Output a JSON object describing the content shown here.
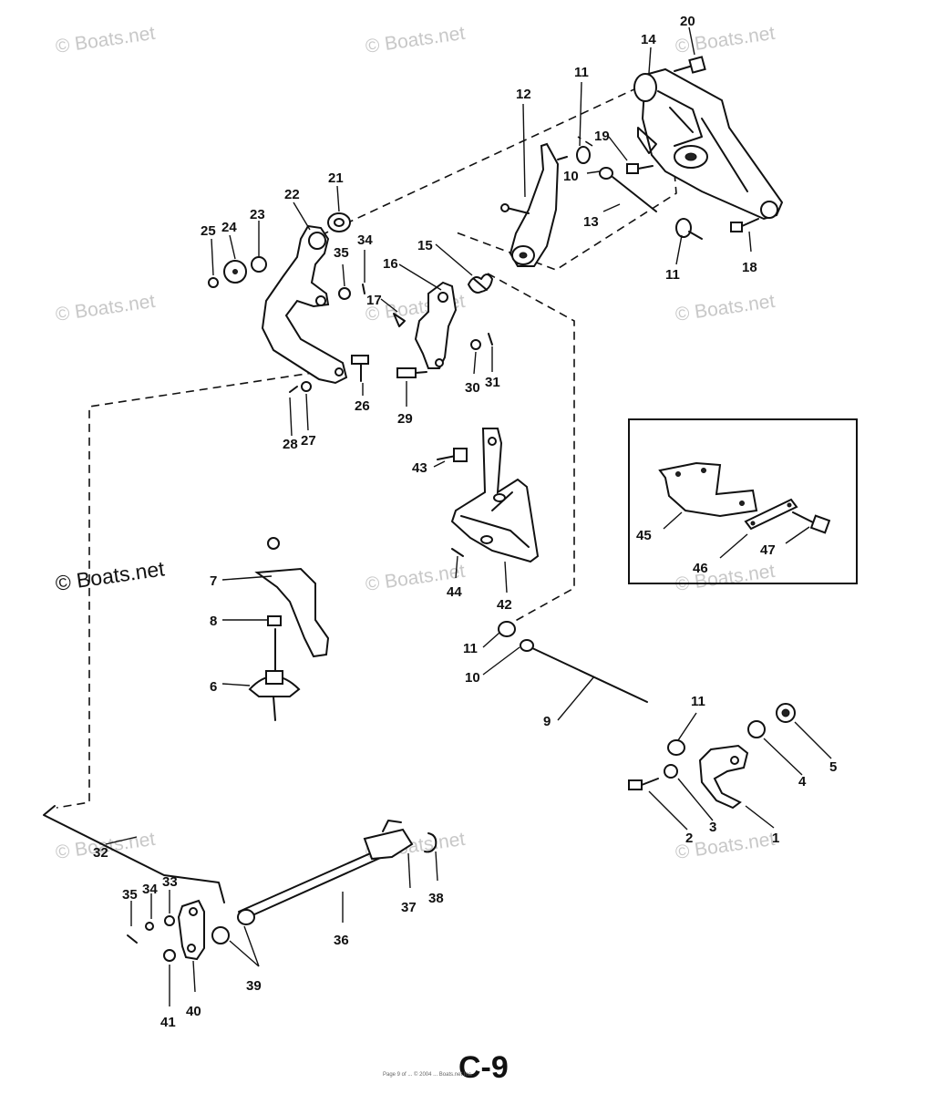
{
  "watermark": "© Boats.net",
  "page_label": "C-9",
  "footer_note": "Page 9 of ... © 2004 ... Boats.net Inc.",
  "callouts": {
    "c1": "1",
    "c2": "2",
    "c3": "3",
    "c4": "4",
    "c5": "5",
    "c6": "6",
    "c7": "7",
    "c8": "8",
    "c9": "9",
    "c10a": "10",
    "c10b": "10",
    "c11a": "11",
    "c11b": "11",
    "c11c": "11",
    "c11d": "11",
    "c12": "12",
    "c13": "13",
    "c14": "14",
    "c15": "15",
    "c16": "16",
    "c17": "17",
    "c18": "18",
    "c19": "19",
    "c20": "20",
    "c21": "21",
    "c22": "22",
    "c23": "23",
    "c24": "24",
    "c25": "25",
    "c26": "26",
    "c27": "27",
    "c28": "28",
    "c29": "29",
    "c30": "30",
    "c31": "31",
    "c32": "32",
    "c33": "33",
    "c34a": "34",
    "c34b": "34",
    "c35a": "35",
    "c35b": "35",
    "c36": "36",
    "c37": "37",
    "c38": "38",
    "c39": "39",
    "c40": "40",
    "c41": "41",
    "c42": "42",
    "c43": "43",
    "c44": "44",
    "c45": "45",
    "c46": "46",
    "c47": "47"
  }
}
